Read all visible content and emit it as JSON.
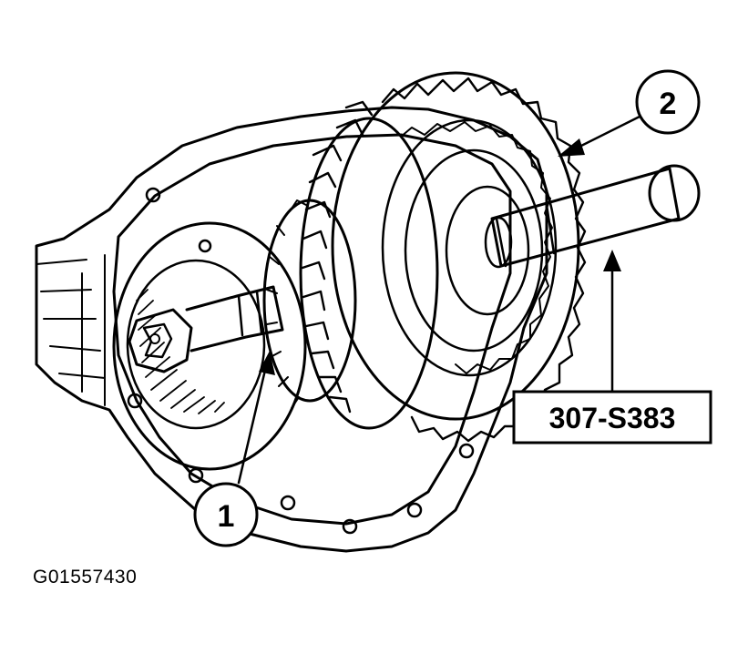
{
  "callouts": {
    "one": "1",
    "two": "2"
  },
  "tool_label": "307-S383",
  "figure_id": "G01557430",
  "colors": {
    "line": "#000000",
    "background": "#ffffff"
  }
}
